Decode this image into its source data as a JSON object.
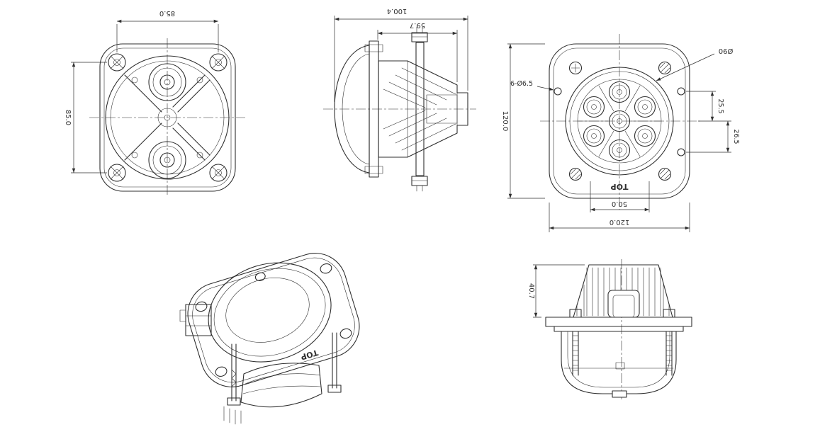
{
  "drawing": {
    "line_color": "#2f2f2f",
    "background": "#ffffff",
    "views": {
      "rear": {
        "dim_top": "85.0",
        "dim_left": "85.0"
      },
      "side": {
        "dim_total_depth": "100.4",
        "dim_body_depth": "59.7"
      },
      "front": {
        "dim_height": "120.0",
        "dim_width": "120.0",
        "dim_boss_spacing": "50.0",
        "dim_offset_upper": "25.5",
        "dim_offset_lower": "26.5",
        "lens_diameter": "Ø90",
        "mounting_holes": "6-Ø6.5",
        "top_marking": "TOP"
      },
      "iso": {
        "top_marking": "TOP"
      },
      "profile": {
        "dim_height": "40.7"
      }
    }
  }
}
